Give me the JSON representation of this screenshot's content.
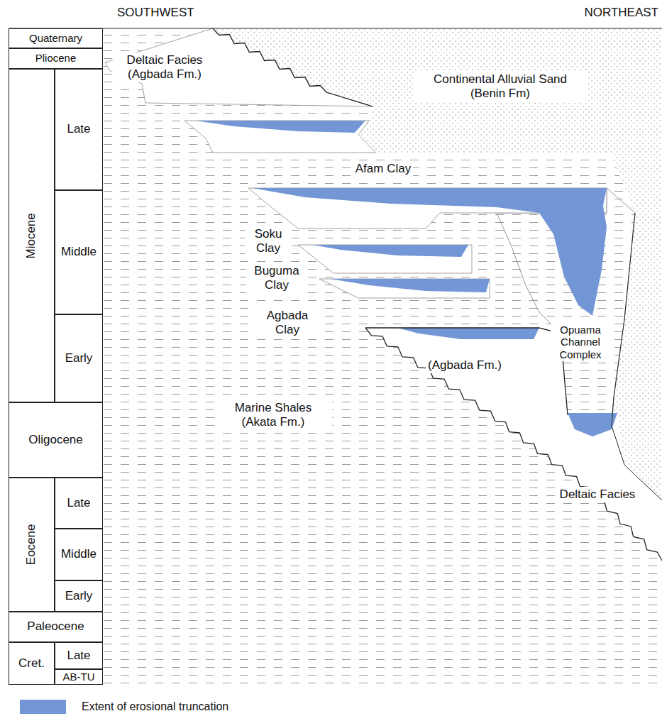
{
  "diagram": {
    "nodes": [
      {
        "text": [
          "Quaternary"
        ]
      },
      {
        "text": [
          "Pliocene"
        ]
      },
      {
        "text": [
          "Miocene"
        ]
      },
      {
        "text": [
          "Late"
        ]
      },
      {
        "text": [
          "Middle"
        ]
      },
      {
        "text": [
          "Early"
        ]
      },
      {
        "text": [
          "Oligocene"
        ]
      },
      {
        "text": [
          "Eocene"
        ]
      },
      {
        "text": [
          "Late"
        ]
      },
      {
        "text": [
          "Middle"
        ]
      },
      {
        "text": [
          "Early"
        ]
      },
      {
        "text": [
          "Paleocene"
        ]
      },
      {
        "text": [
          "Cret."
        ]
      },
      {
        "text": [
          "Late"
        ]
      },
      {
        "text": [
          "AB-TU"
        ]
      }
    ],
    "labels": [
      "SOUTHWEST",
      "NORTHEAST",
      "Deltaic Facies (Agbada Fm.)",
      "Continental Alluvial Sand (Benin Fm)",
      "Afam Clay",
      "Soku Clay",
      "Buguma Clay",
      "Agbada Clay",
      "Opuama Channel Complex",
      "(Agbada Fm.)",
      "Marine Shales (Akata Fm.)",
      "Deltaic Facies"
    ],
    "legend": [
      {
        "text": "Extent of erosional truncation",
        "color": "#7396d6"
      }
    ]
  }
}
